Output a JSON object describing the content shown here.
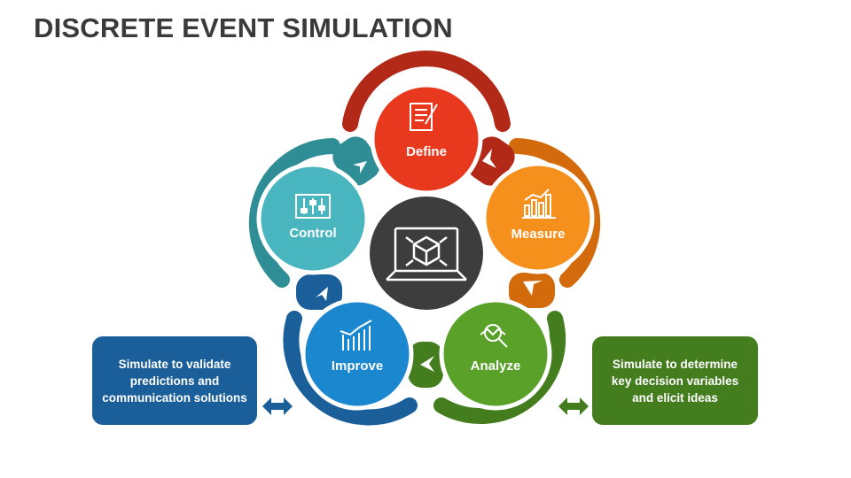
{
  "title": "DISCRETE EVENT SIMULATION",
  "colors": {
    "define": "#e8381e",
    "define_ring": "#b22a17",
    "measure": "#f5901c",
    "measure_ring": "#d36b0c",
    "analyze": "#5aa12a",
    "analyze_ring": "#447d1e",
    "improve": "#1b87cf",
    "improve_ring": "#1a5f99",
    "control": "#49b5be",
    "control_ring": "#2f8d95",
    "center": "#3d3d3d"
  },
  "nodes": {
    "define": {
      "label": "Define",
      "icon": "document-pen-icon"
    },
    "measure": {
      "label": "Measure",
      "icon": "bar-chart-icon"
    },
    "analyze": {
      "label": "Analyze",
      "icon": "magnifier-icon"
    },
    "improve": {
      "label": "Improve",
      "icon": "growth-chart-icon"
    },
    "control": {
      "label": "Control",
      "icon": "sliders-icon"
    },
    "center": {
      "icon": "laptop-cube-icon"
    }
  },
  "boxes": {
    "left": {
      "text": "Simulate to validate predictions and communication solutions",
      "color": "#1a5f99"
    },
    "right": {
      "text": "Simulate to determine key decision variables and elicit ideas",
      "color": "#447d1e"
    }
  }
}
